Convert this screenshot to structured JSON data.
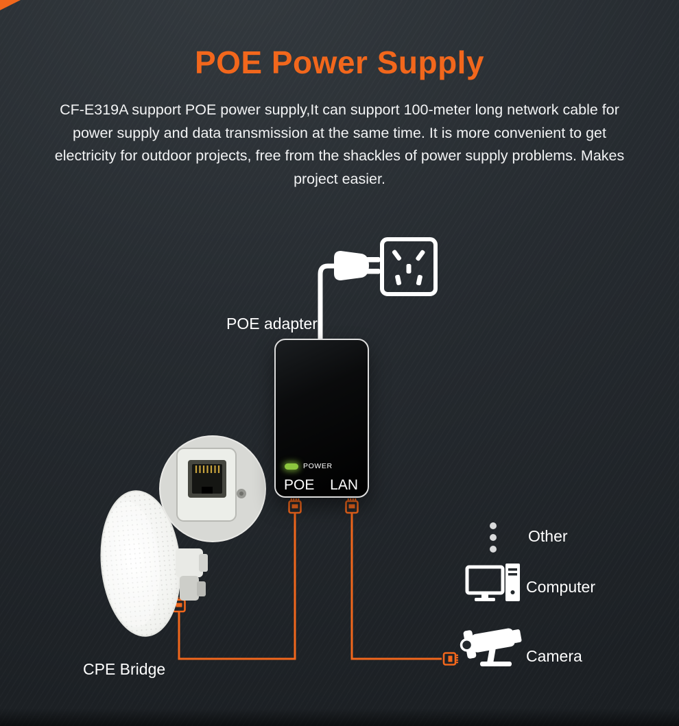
{
  "page": {
    "title": "POE Power Supply",
    "description": "CF-E319A support POE power supply,It can support 100-meter long network cable for power supply and data transmission at the same time. It is more convenient to get electricity for outdoor projects, free from the shackles of power supply problems. Makes project easier."
  },
  "diagram": {
    "adapter_label": "POE adapter",
    "adapter": {
      "power_indicator_label": "POWER",
      "ports": [
        {
          "name": "poe",
          "label": "POE"
        },
        {
          "name": "lan",
          "label": "LAN"
        }
      ]
    },
    "cpe_label": "CPE Bridge",
    "connected_devices": [
      {
        "name": "other",
        "icon": "vertical-dots-icon",
        "label": "Other"
      },
      {
        "name": "computer",
        "icon": "computer-icon",
        "label": "Computer"
      },
      {
        "name": "camera",
        "icon": "camera-icon",
        "label": "Camera"
      }
    ]
  },
  "icons": {
    "wall_socket": "wall-socket-icon",
    "power_plug": "power-plug-icon",
    "rj45_connector": "rj45-connector-icon",
    "cpe_dish": "cpe-bridge-icon",
    "ethernet_port_closeup": "ethernet-port-icon"
  },
  "colors": {
    "accent_orange": "#F2671C",
    "led_green": "#8CC63E",
    "background_dark": "#23282C",
    "text_white": "#FFFFFF"
  }
}
